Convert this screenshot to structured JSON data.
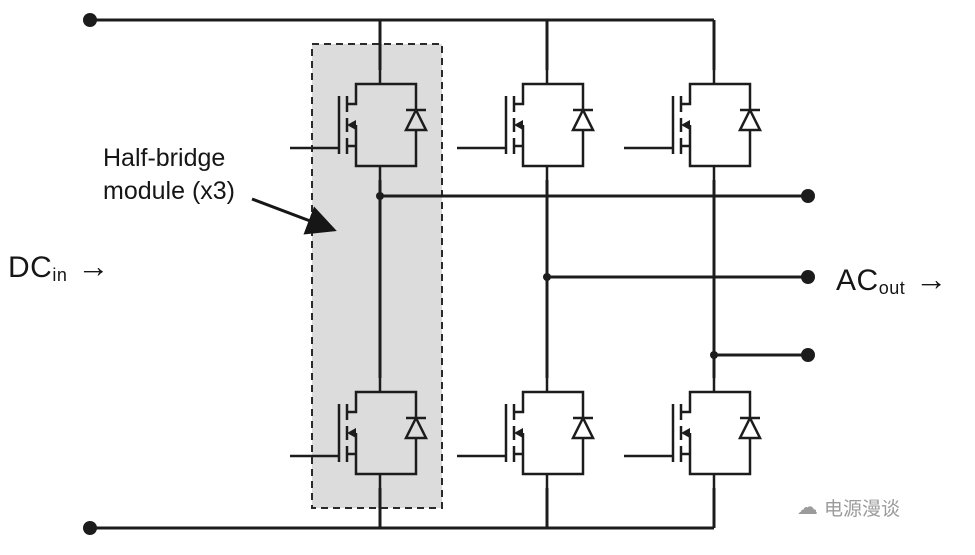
{
  "page": {
    "background": "#ffffff"
  },
  "labels": {
    "module_note": {
      "line1": "Half-bridge",
      "line2": "module (x3)"
    },
    "dc_input": {
      "main": "DC",
      "sub": "in",
      "arrow": "→"
    },
    "ac_output": {
      "main": "AC",
      "sub": "out",
      "arrow": "→"
    }
  },
  "watermark": {
    "icon": "cloud-icon",
    "icon_glyph": "☁",
    "text": "电源漫谈"
  },
  "circuit": {
    "half_bridge_modules": 3,
    "switches_per_module": 2,
    "switch_type": "mosfet-with-body-diode",
    "colors": {
      "wire": "#1c1c1c",
      "module_fill": "#dcdcdc",
      "module_border": "#2a2a2a",
      "watermark_gray": "#9b9b9b"
    }
  }
}
